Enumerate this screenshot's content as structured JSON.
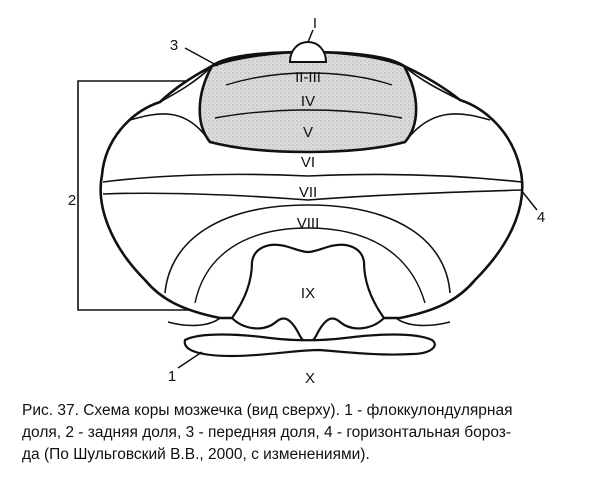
{
  "lobule_labels": {
    "i": "I",
    "ii_iii": "II-III",
    "iv": "IV",
    "v": "V",
    "vi": "VI",
    "vii": "VII",
    "viii": "VIII",
    "ix": "IX",
    "x": "X"
  },
  "pointer_numbers": {
    "n1": "1",
    "n2": "2",
    "n3": "3",
    "n4": "4"
  },
  "caption": {
    "line1": "Рис. 37. Схема коры мозжечка (вид сверху). 1 - флоккулондулярная",
    "line2": "доля, 2 - задняя доля, 3 - передняя доля, 4 - горизонтальная бороз-",
    "line3": "да (По Шульговский В.В., 2000, с изменениями)."
  },
  "colors": {
    "anterior_lobe_fill": "#d9d9d9",
    "outline": "#111111"
  }
}
